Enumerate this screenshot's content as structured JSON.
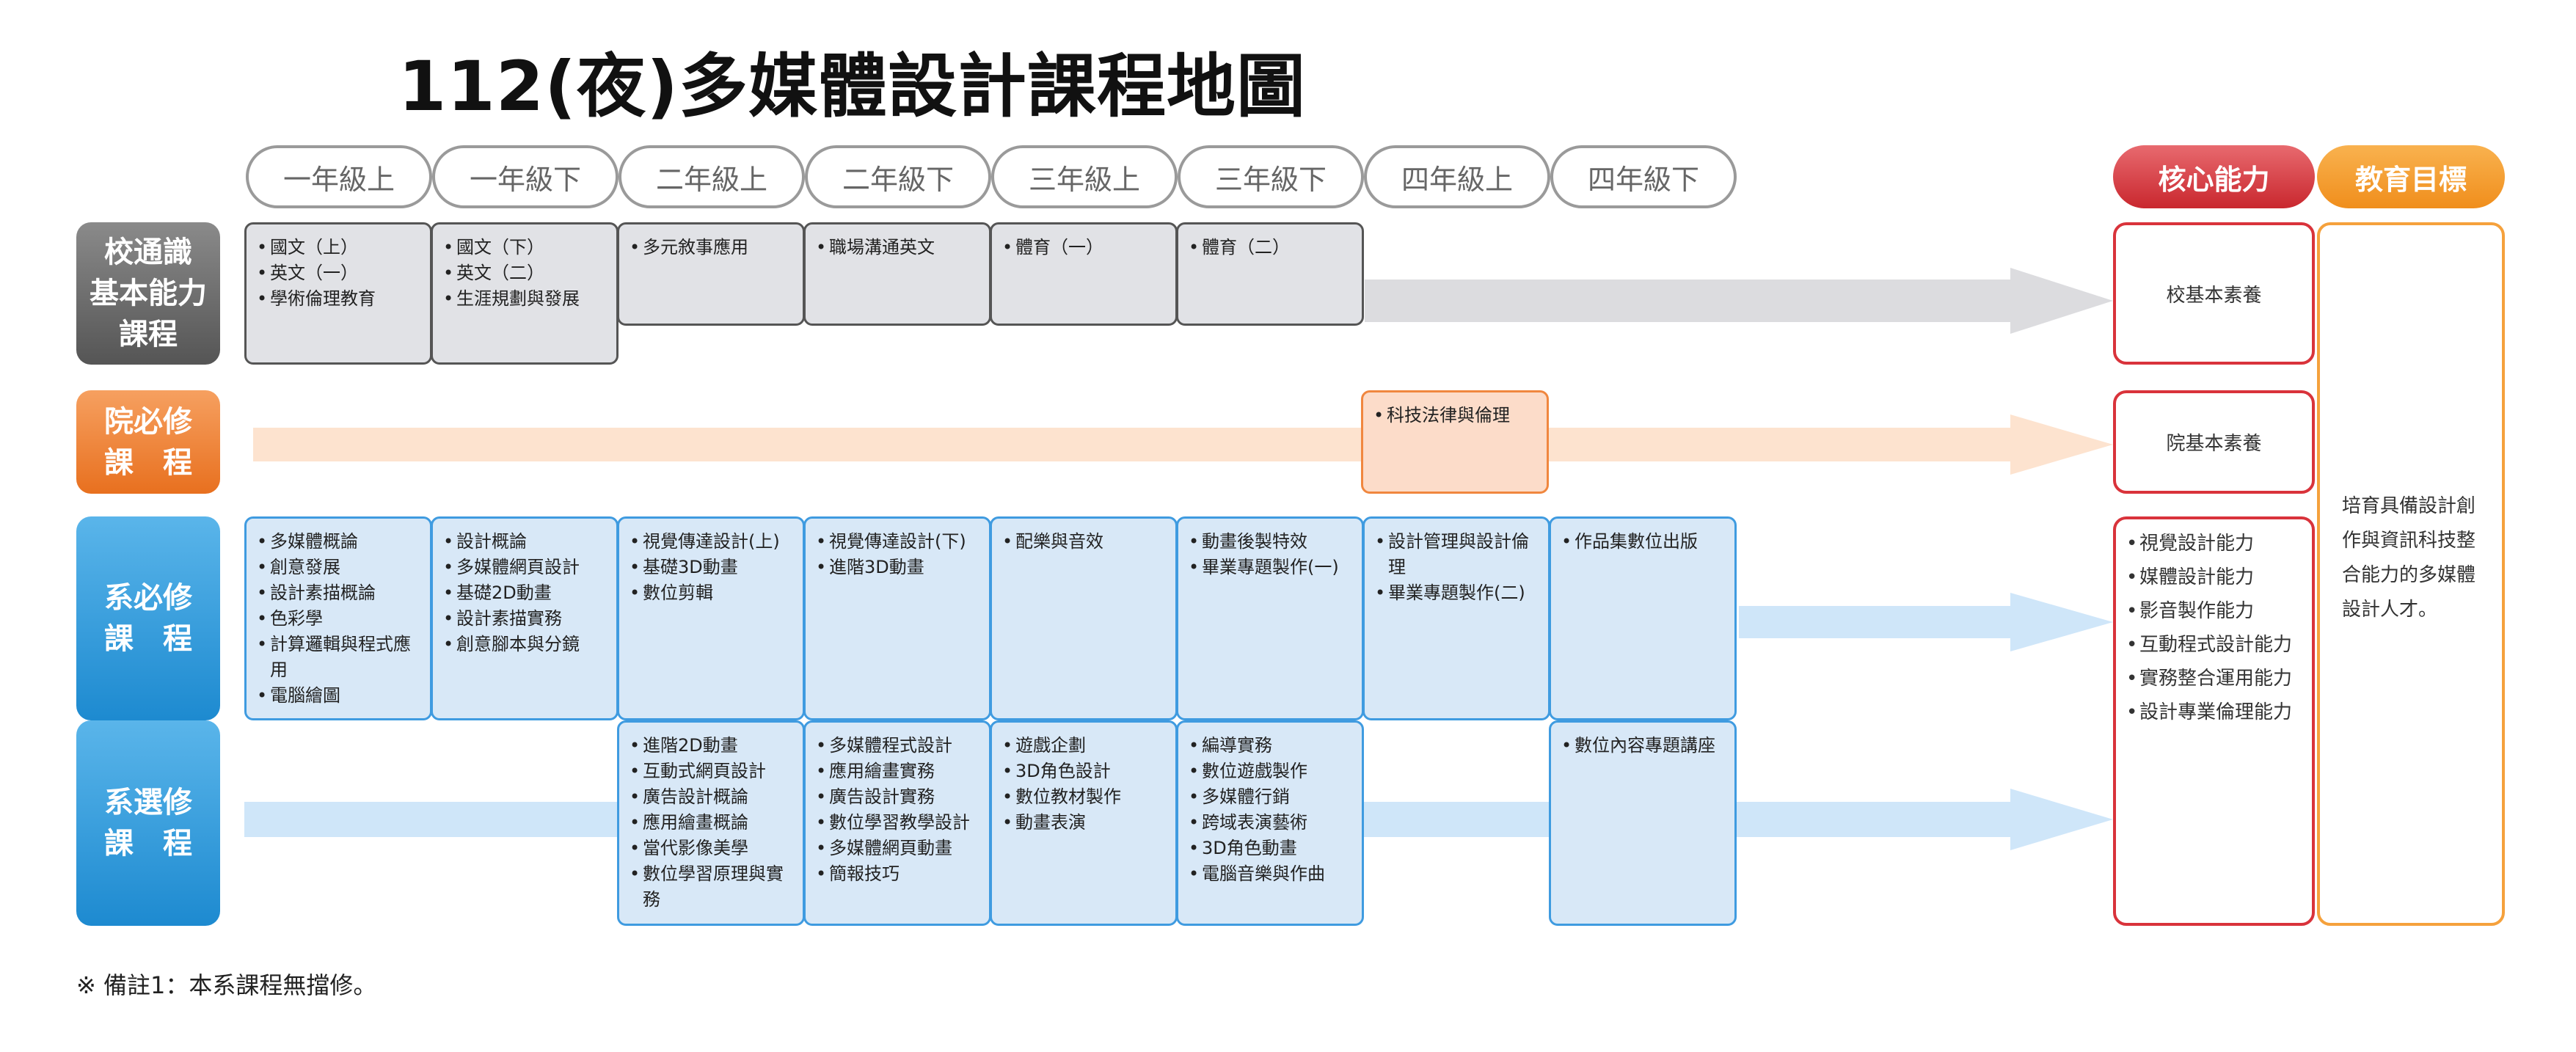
{
  "title": "112(夜)多媒體設計課程地圖",
  "years": [
    "一年級上",
    "一年級下",
    "二年級上",
    "二年級下",
    "三年級上",
    "三年級下",
    "四年級上",
    "四年級下"
  ],
  "headers": {
    "core": "核心能力",
    "goal": "教育目標"
  },
  "rows": {
    "general": {
      "label": "校通識\n基本能力\n課程"
    },
    "college": {
      "label": "院必修\n課　程"
    },
    "required": {
      "label": "系必修\n課　程"
    },
    "elective": {
      "label": "系選修\n課　程"
    }
  },
  "cells": {
    "general": [
      [
        "國文（上）",
        "英文（一）",
        "學術倫理教育"
      ],
      [
        "國文（下）",
        "英文（二）",
        "生涯規劃與發展"
      ],
      [
        "多元敘事應用"
      ],
      [
        "職場溝通英文"
      ],
      [
        "體育（一）"
      ],
      [
        "體育（二）"
      ]
    ],
    "college": [
      [
        "科技法律與倫理"
      ]
    ],
    "required": [
      [
        "多媒體概論",
        "創意發展",
        "設計素描概論",
        "色彩學",
        "計算邏輯與程式應用",
        "電腦繪圖"
      ],
      [
        "設計概論",
        "多媒體網頁設計",
        "基礎2D動畫",
        "設計素描實務",
        "創意腳本與分鏡"
      ],
      [
        "視覺傳達設計(上)",
        "基礎3D動畫",
        "數位剪輯"
      ],
      [
        "視覺傳達設計(下)",
        "進階3D動畫"
      ],
      [
        "配樂與音效"
      ],
      [
        "動畫後製特效",
        "畢業專題製作(一)"
      ],
      [
        "設計管理與設計倫理",
        "畢業專題製作(二)"
      ],
      [
        "作品集數位出版"
      ]
    ],
    "elective": [
      [
        "進階2D動畫",
        "互動式網頁設計",
        "廣告設計概論",
        "應用繪畫概論",
        "當代影像美學",
        "數位學習原理與實務"
      ],
      [
        "多媒體程式設計",
        "應用繪畫實務",
        "廣告設計實務",
        "數位學習教學設計",
        "多媒體網頁動畫",
        "簡報技巧"
      ],
      [
        "遊戲企劃",
        "3D角色設計",
        "數位教材製作",
        "動畫表演"
      ],
      [
        "編導實務",
        "數位遊戲製作",
        "多媒體行銷",
        "跨域表演藝術",
        "3D角色動畫",
        "電腦音樂與作曲"
      ],
      [
        "數位內容專題講座"
      ]
    ]
  },
  "abilities": {
    "general": "校基本素養",
    "college": "院基本素養",
    "core": [
      "視覺設計能力",
      "媒體設計能力",
      "影音製作能力",
      "互動程式設計能力",
      "實務整合運用能力",
      "設計專業倫理能力"
    ]
  },
  "goal": "培育具備設計創作與資訊科技整合能力的多媒體設計人才。",
  "note": "※ 備註1：本系課程無擋修。",
  "colors": {
    "general": "#6d6d6d",
    "college": "#f07f2e",
    "required": "#2e9ad8",
    "core": "#d9333b",
    "goal": "#f5a13c"
  }
}
